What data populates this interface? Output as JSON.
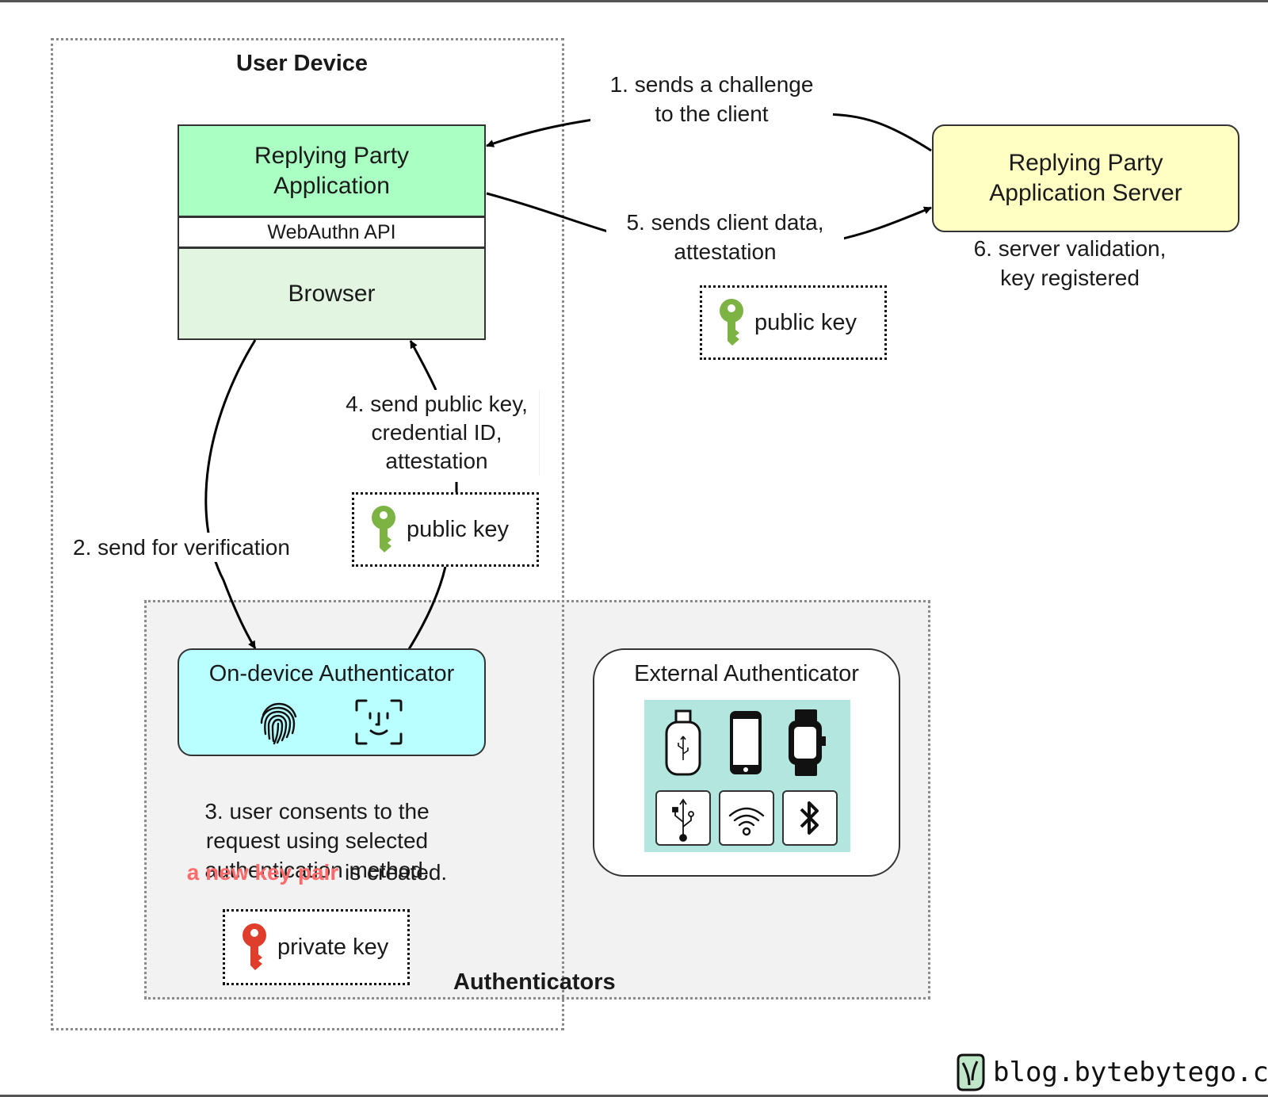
{
  "regions": {
    "user_device": "User Device",
    "authenticators": "Authenticators"
  },
  "client": {
    "app_label": "Replying Party Application",
    "api_label": "WebAuthn API",
    "browser_label": "Browser"
  },
  "server": {
    "label": "Replying Party Application Server"
  },
  "steps": {
    "step1": "1. sends a challenge\nto the client",
    "step2": "2. send for verification",
    "step3_line1": "3. user consents to the\nrequest using selected\nauthentication method.",
    "step3_highlight": "a new key pair",
    "step3_tail": " is created.",
    "step4": "4. send public key,\ncredential ID,\nattestation",
    "step5": "5. sends client data,\nattestation",
    "step6": "6. server validation,\nkey registered"
  },
  "keys": {
    "public_key_left": "public key",
    "public_key_right": "public key",
    "private_key": "private key"
  },
  "authenticators": {
    "on_device": "On-device Authenticator",
    "external": "External Authenticator"
  },
  "footer": {
    "brand": "blog.bytebytego.com"
  },
  "colors": {
    "app_green": "#aaffc3",
    "browser_green": "#e1f5e1",
    "server_yellow": "#ffffc4",
    "on_device_cyan": "#b9ffff",
    "external_tiles_bg": "#b4e6e0",
    "region_bg": "#f2f2f2",
    "highlight_red": "#ff6b6b",
    "public_key_green": "#7cb342",
    "private_key_red": "#e03e2d"
  }
}
